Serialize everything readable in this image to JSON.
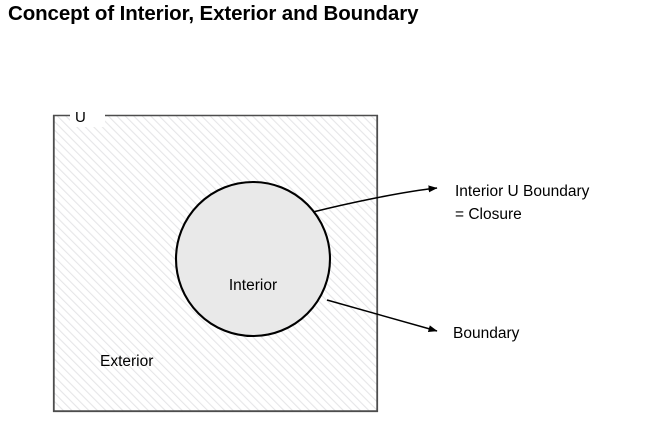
{
  "title": "Concept of Interior, Exterior and Boundary",
  "diagram": {
    "universe_label": "U",
    "interior_label": "Interior",
    "exterior_label": "Exterior",
    "annotations": [
      {
        "line1": "Interior U Boundary",
        "line2": "= Closure"
      },
      {
        "line1": "Boundary"
      }
    ]
  },
  "colors": {
    "stroke": "#000000",
    "square_border": "#4d4d4d",
    "circle_fill": "#e9e9e9",
    "hatch": "#e8e8ea",
    "background": "#ffffff"
  }
}
